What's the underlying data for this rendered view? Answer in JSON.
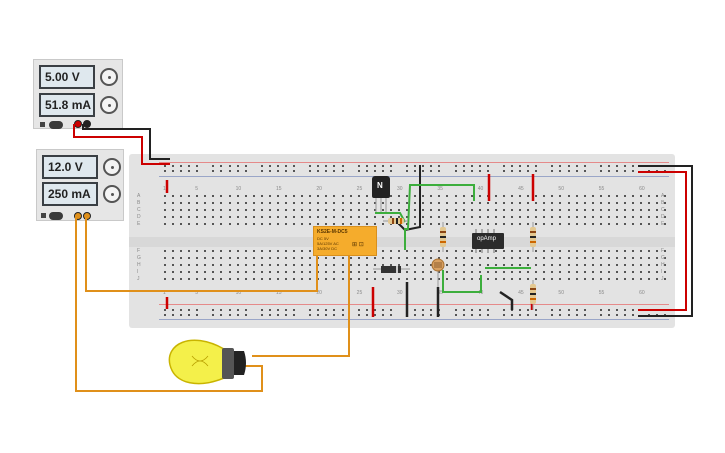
{
  "psu1": {
    "voltage": "5.00 V",
    "current": "51.8 mA"
  },
  "psu2": {
    "voltage": "12.0 V",
    "current": "250 mA"
  },
  "breadboard": {
    "top_numbers": [
      "1",
      "5",
      "10",
      "15",
      "20",
      "25",
      "30",
      "35",
      "40",
      "45",
      "50",
      "55",
      "60"
    ],
    "bottom_numbers": [
      "1",
      "5",
      "10",
      "15",
      "20",
      "25",
      "30",
      "35",
      "40",
      "45",
      "50",
      "55",
      "60"
    ],
    "rows_left": [
      "A",
      "B",
      "C",
      "D",
      "E",
      "F",
      "G",
      "H",
      "I",
      "J"
    ],
    "rows_right": [
      "A",
      "B",
      "C",
      "D",
      "E",
      "F",
      "G",
      "H",
      "I",
      "J"
    ]
  },
  "relay": {
    "title": "KS2E-M-DC5",
    "line1": "DC 5V",
    "line2": "5A/125V AC",
    "line3": "3A/30V DC",
    "mark": "⊞ ⊡"
  },
  "opamp": {
    "label": "opAmp"
  },
  "transistor": {
    "label": "N"
  },
  "colors": {
    "wire_red": "#cc0000",
    "wire_black": "#222222",
    "wire_orange": "#e0901a",
    "wire_green": "#3cae3c",
    "bulb": "#f4f04a"
  }
}
